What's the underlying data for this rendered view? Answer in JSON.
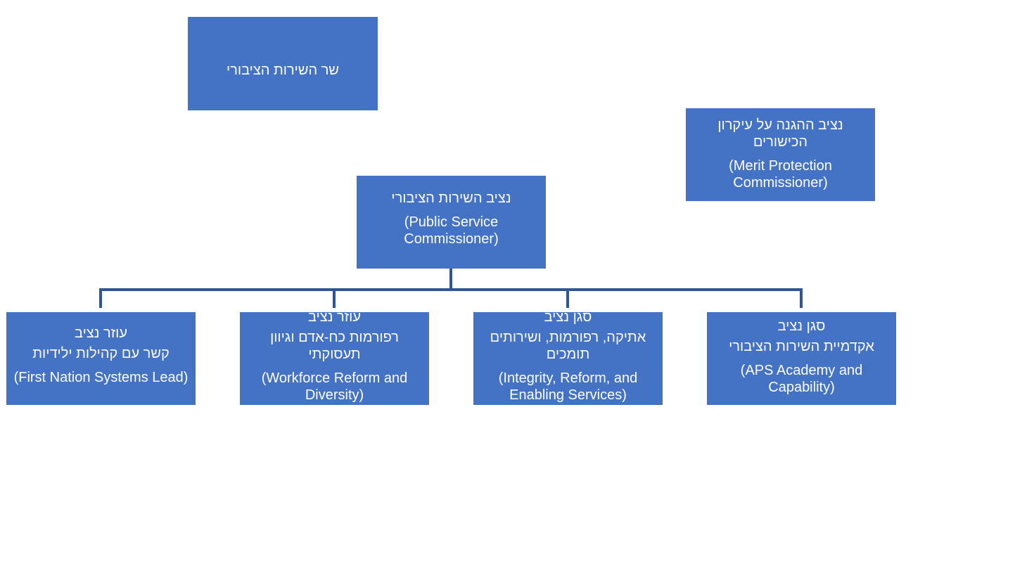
{
  "minister": {
    "title": "שר השירות הציבורי"
  },
  "merit_protection": {
    "title_line1": "נציב ההגנה על עיקרון",
    "title_line2": "הכישורים",
    "english_line1": "(Merit Protection",
    "english_line2": "Commissioner)"
  },
  "public_service_commissioner": {
    "title": "נציב השירות הציבורי",
    "english_line1": "(Public Service",
    "english_line2": "Commissioner)"
  },
  "first_nation": {
    "role": "עוזר נציב",
    "title": "קשר עם קהילות ילידיות",
    "english": "(First Nation Systems Lead)"
  },
  "workforce": {
    "role": "עוזר נציב",
    "title_line1": "רפורמות כח-אדם וגיוון",
    "title_line2": "תעסוקתי",
    "english_line1": "(Workforce Reform and",
    "english_line2": "Diversity)"
  },
  "integrity": {
    "role": "סגן נציב",
    "title_line1": "אתיקה, רפורמות, ושירותים",
    "title_line2": "תומכים",
    "english_line1": "(Integrity, Reform, and",
    "english_line2": "Enabling Services)"
  },
  "academy": {
    "role": "סגן נציב",
    "title": "אקדמיית השירות הציבורי",
    "english_line1": "(APS Academy and",
    "english_line2": "Capability)"
  },
  "colors": {
    "box_fill": "#4472c4",
    "connector": "#2f5597",
    "text": "#ffffff"
  }
}
